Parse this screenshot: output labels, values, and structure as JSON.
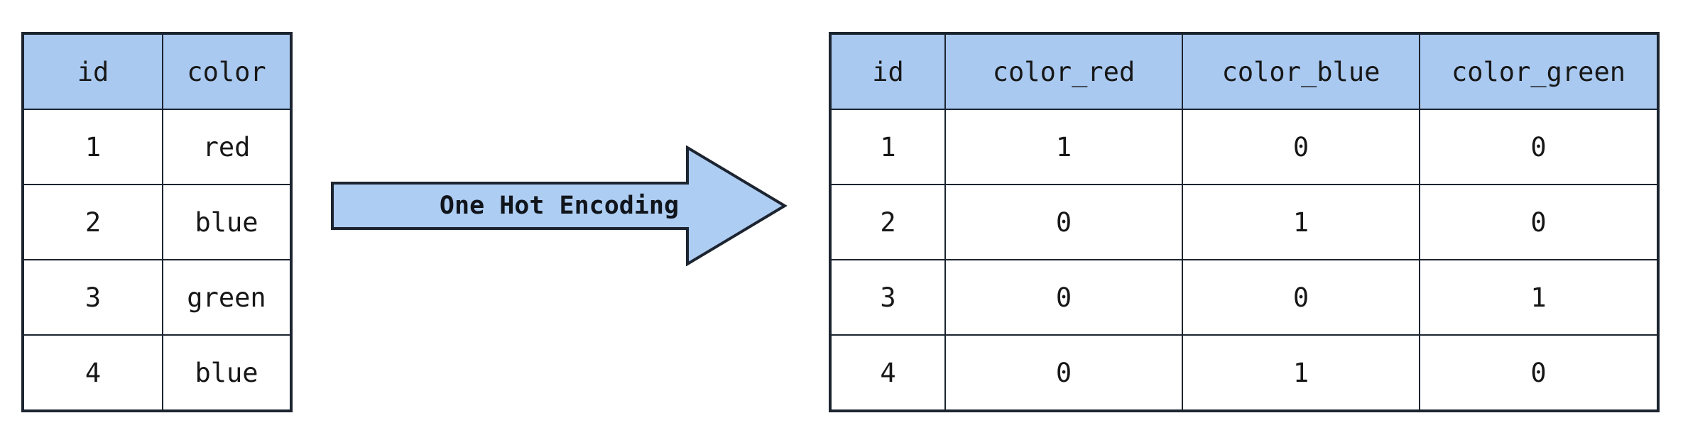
{
  "diagram": {
    "title_label": "One Hot Encoding",
    "colors": {
      "header_fill": "#a9c9f0",
      "arrow_fill": "#aecdf2",
      "border": "#1c2430",
      "text": "#171717",
      "background": "#ffffff"
    }
  },
  "left_table": {
    "headers": [
      "id",
      "color"
    ],
    "rows": [
      [
        "1",
        "red"
      ],
      [
        "2",
        "blue"
      ],
      [
        "3",
        "green"
      ],
      [
        "4",
        "blue"
      ]
    ]
  },
  "right_table": {
    "headers": [
      "id",
      "color_red",
      "color_blue",
      "color_green"
    ],
    "rows": [
      [
        "1",
        "1",
        "0",
        "0"
      ],
      [
        "2",
        "0",
        "1",
        "0"
      ],
      [
        "3",
        "0",
        "0",
        "1"
      ],
      [
        "4",
        "0",
        "1",
        "0"
      ]
    ]
  }
}
